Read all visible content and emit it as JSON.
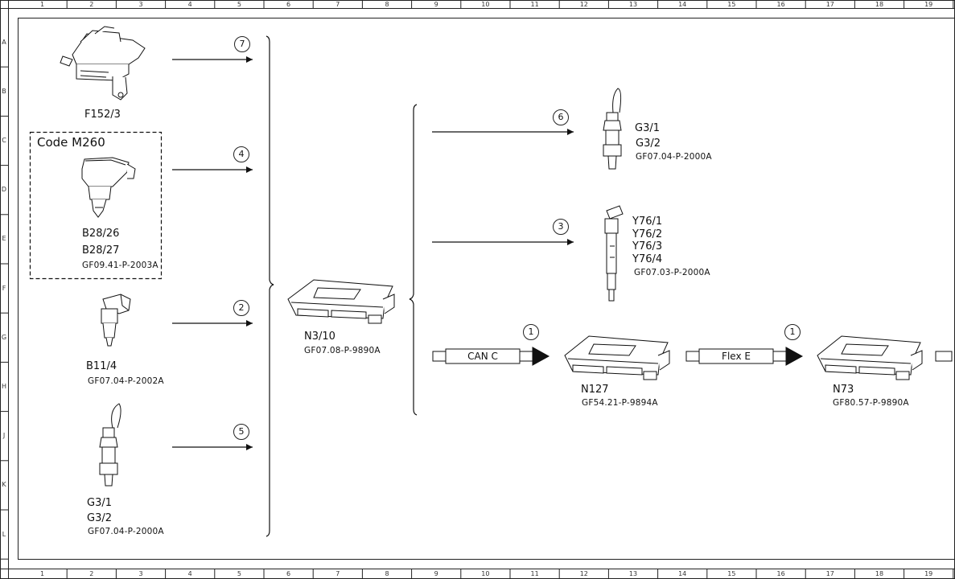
{
  "grid": {
    "columns": [
      "1",
      "2",
      "3",
      "4",
      "5",
      "6",
      "7",
      "8",
      "9",
      "10",
      "11",
      "12",
      "13",
      "14",
      "15",
      "16",
      "17",
      "18",
      "19"
    ],
    "rows": [
      "A",
      "B",
      "C",
      "D",
      "E",
      "F",
      "G",
      "H",
      "J",
      "K",
      "L"
    ]
  },
  "inputs": {
    "f152": {
      "id": "F152/3",
      "arrow_num": "7"
    },
    "b28": {
      "code": "Code M260",
      "id1": "B28/26",
      "id2": "B28/27",
      "ref": "GF09.41-P-2003A",
      "arrow_num": "4"
    },
    "b11": {
      "id": "B11/4",
      "ref": "GF07.04-P-2002A",
      "arrow_num": "2"
    },
    "g3": {
      "id1": "G3/1",
      "id2": "G3/2",
      "ref": "GF07.04-P-2000A",
      "arrow_num": "5"
    }
  },
  "controller": {
    "id": "N3/10",
    "ref": "GF07.08-P-9890A"
  },
  "outputs": {
    "g3": {
      "id1": "G3/1",
      "id2": "G3/2",
      "ref": "GF07.04-P-2000A",
      "arrow_num": "6"
    },
    "y76": {
      "id1": "Y76/1",
      "id2": "Y76/2",
      "id3": "Y76/3",
      "id4": "Y76/4",
      "ref": "GF07.03-P-2000A",
      "arrow_num": "3"
    }
  },
  "bus": {
    "can": {
      "label": "CAN C",
      "arrow_num": "1"
    },
    "n127": {
      "id": "N127",
      "ref": "GF54.21-P-9894A"
    },
    "flex": {
      "label": "Flex E",
      "arrow_num": "1"
    },
    "n73": {
      "id": "N73",
      "ref": "GF80.57-P-9890A"
    }
  }
}
